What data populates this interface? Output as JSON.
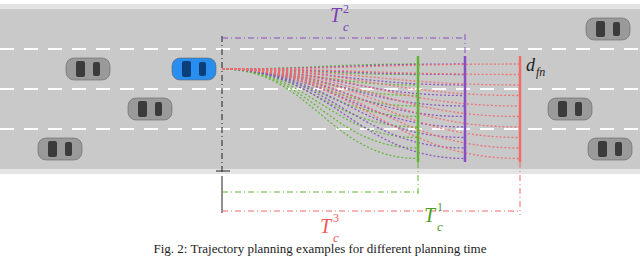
{
  "diagram": {
    "caption": "Fig. 2: Trajectory planning examples for different planning time",
    "labels": [
      "T",
      "c",
      "2",
      "d",
      "fn",
      "T",
      "c",
      "1",
      "T",
      "c",
      "3"
    ]
  }
}
